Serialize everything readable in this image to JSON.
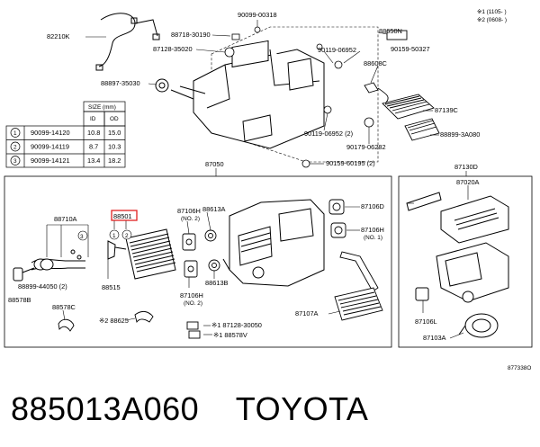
{
  "top_labels": {
    "p82210K": "82210K",
    "p90099_00318": "90099-00318",
    "p88718_30190": "88718-30190",
    "p87128_35020": "87128-35020",
    "p88650N": "88650N",
    "p88897_35030": "88897-35030",
    "p90119_06952": "90119-06952",
    "p90159_50327": "90159-50327",
    "p88608C": "88608C",
    "p87139C": "87139C",
    "p90119_06952_2": "90119-06952 (2)",
    "p88899_3A080": "88899-3A080",
    "p90179_06282": "90179-06282",
    "p90159_60195": "90159-60195 (2)",
    "note1": "※1 (1105-     )",
    "note2": "※2 (0608-     )"
  },
  "size_table": {
    "title": "SIZE (mm)",
    "headers": [
      "ID",
      "OD"
    ],
    "rows": [
      {
        "num": "1",
        "part": "90099-14120",
        "id": "10.8",
        "od": "15.0"
      },
      {
        "num": "2",
        "part": "90099-14119",
        "id": "8.7",
        "od": "10.3"
      },
      {
        "num": "3",
        "part": "90099-14121",
        "id": "13.4",
        "od": "18.2"
      }
    ]
  },
  "box_left": {
    "title": "87050",
    "p88710A": "88710A",
    "p88501": "88501",
    "p87106H_2a": "87106H",
    "p87106H_2a_sub": "(NO. 2)",
    "p88613A": "88613A",
    "p87106D": "87106D",
    "p87106H_1": "87106H",
    "p87106H_1_sub": "(NO. 1)",
    "p88899_44050": "88899-44050 (2)",
    "p88515": "88515",
    "p88613B": "88613B",
    "p87106H_2b": "87106H",
    "p87106H_2b_sub": "(NO. 2)",
    "p88578B": "88578B",
    "p88578C": "88578C",
    "p88625": "※2 88625",
    "p87128_30050": "※1 87128-30050",
    "p88578V": "※1 88578V",
    "p87107A": "87107A",
    "circle1": "1",
    "circle2": "2",
    "circle3": "3"
  },
  "box_right": {
    "title": "87130D",
    "p87020A": "87020A",
    "p87106L": "87106L",
    "p87103A": "87103A"
  },
  "figure_code": "877338O",
  "caption": {
    "part_number": "885013A060",
    "brand": "TOYOTA"
  },
  "colors": {
    "highlight": "#e02020",
    "line": "#000000"
  }
}
